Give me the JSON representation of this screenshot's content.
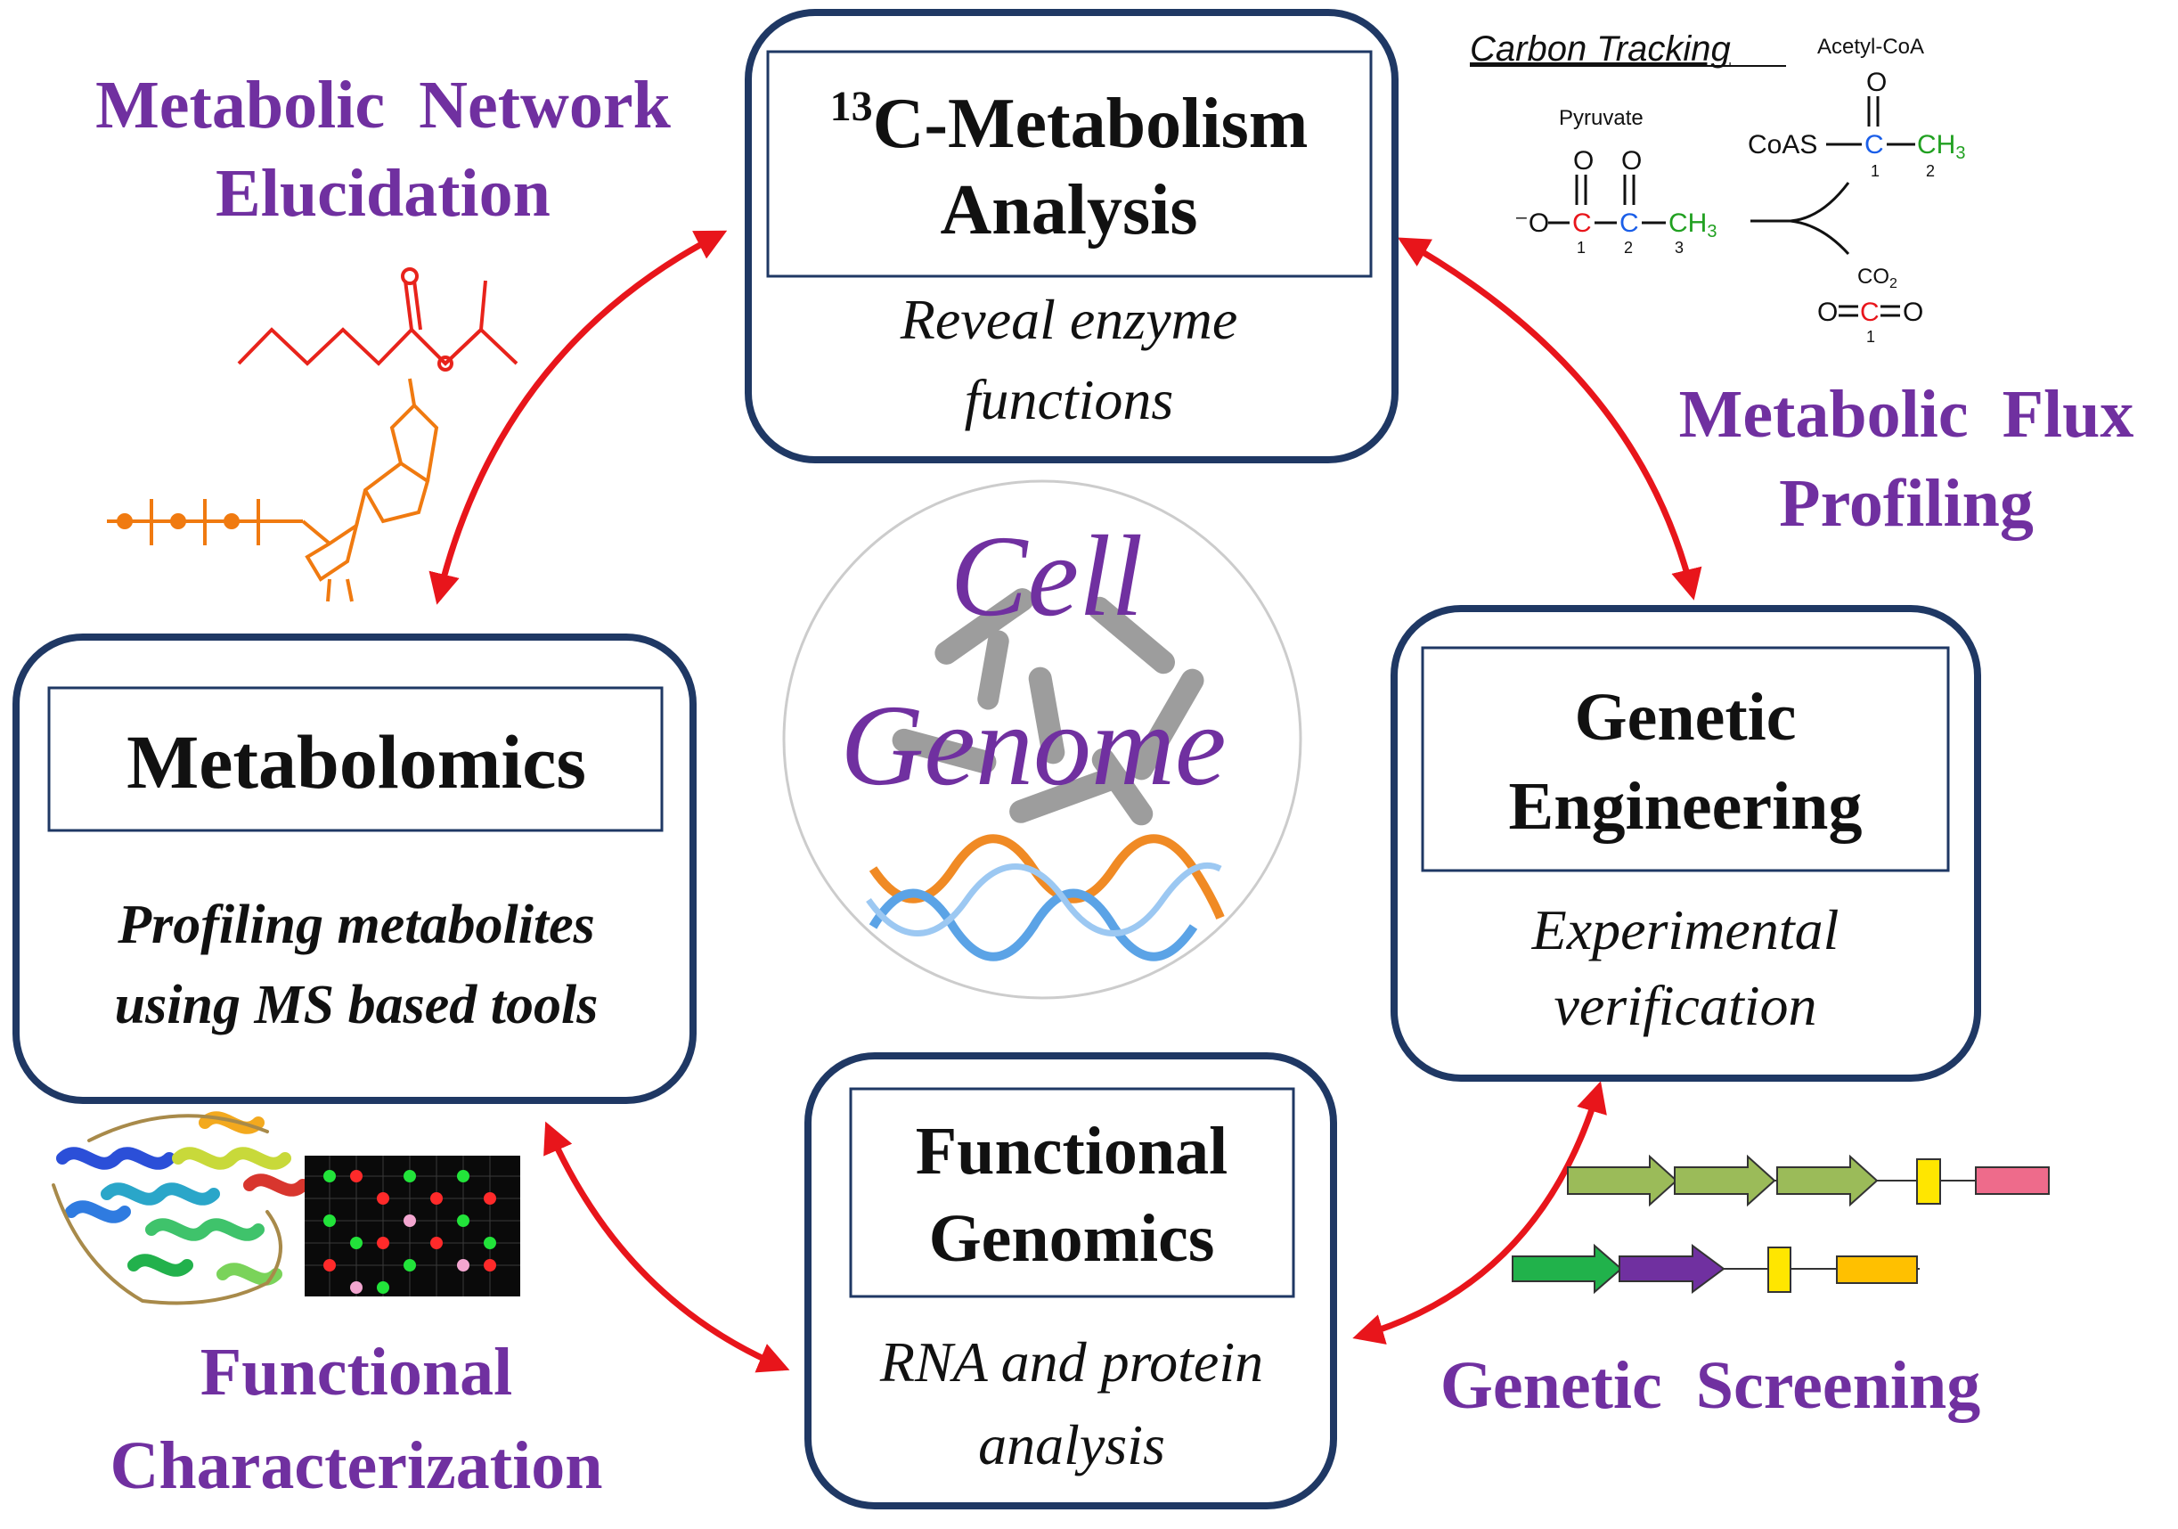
{
  "colors": {
    "box_border": "#1f3864",
    "arrow": "#e8151b",
    "purple_label": "#7030a0",
    "black_text": "#111111",
    "molecule_red": "#e8231b",
    "molecule_orange": "#f07a10",
    "dna_blue": "#5ba3e6",
    "dna_orange": "#f08a24",
    "cell_gray": "#8c8c8c",
    "gene_green": "#9bbb59",
    "gene_bright_green": "#21b24b",
    "gene_purple": "#7030a0",
    "gene_yellow": "#ffe600",
    "gene_pink": "#ee6b8b",
    "gene_gold": "#ffc000"
  },
  "boxes": {
    "metabolism": {
      "title_sup": "13",
      "title_line1": "C-Metabolism",
      "title_line2": "Analysis",
      "subtitle_line1": "Reveal enzyme",
      "subtitle_line2": "functions"
    },
    "metabolomics": {
      "title": "Metabolomics",
      "subtitle_line1": "Profiling metabolites",
      "subtitle_line2": "using MS based tools"
    },
    "genetic_engineering": {
      "title_line1": "Genetic",
      "title_line2": "Engineering",
      "subtitle_line1": "Experimental",
      "subtitle_line2": "verification"
    },
    "functional_genomics": {
      "title_line1": "Functional",
      "title_line2": "Genomics",
      "subtitle_line1": "RNA and protein",
      "subtitle_line2": "analysis"
    }
  },
  "labels": {
    "network_line1": "Metabolic  Network",
    "network_line2": "Elucidation",
    "flux_line1": "Metabolic  Flux",
    "flux_line2": "Profiling",
    "characterization_line1": "Functional",
    "characterization_line2": "Characterization",
    "screening": "Genetic  Screening"
  },
  "center": {
    "line1": "Cell",
    "line2": "Genome"
  },
  "carbon_tracking": {
    "title": "Carbon Tracking",
    "acetyl_coa": "Acetyl-CoA",
    "pyruvate": "Pyruvate",
    "coas": "CoAS",
    "co2": "CO",
    "co2_sub": "2",
    "carbon": "C",
    "oxygen": "O",
    "ch3": "CH",
    "ch3_sub": "3",
    "o_minus": "⁻O",
    "num1": "1",
    "num2": "2",
    "num3": "3"
  },
  "icons": {
    "molecule1": "ester-molecule-icon",
    "molecule2": "nucleotide-molecule-icon",
    "protein": "protein-structure-icon",
    "microarray": "microarray-icon",
    "dna": "dna-helix-icon",
    "genes": "gene-cluster-icon"
  }
}
